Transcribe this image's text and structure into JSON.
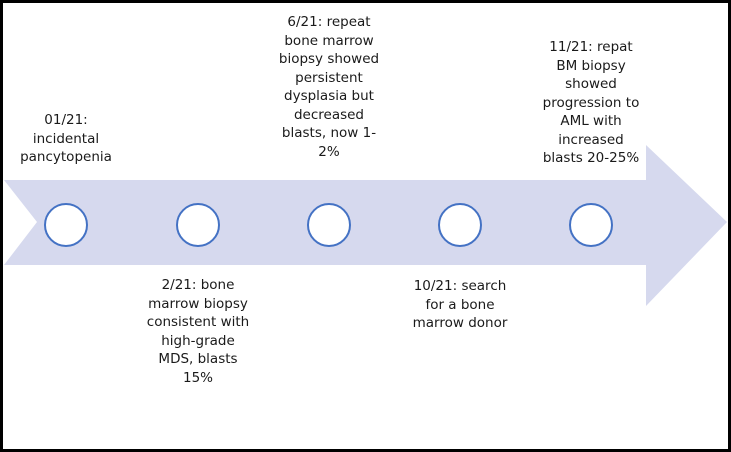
{
  "timeline": {
    "arrow_color": "#d6d9ee",
    "milestone_fill": "#ffffff",
    "milestone_stroke": "#4472c4",
    "events": [
      {
        "text": "01/21:\nincidental\npancytopenia"
      },
      {
        "text": "2/21: bone\nmarrow biopsy\nconsistent with\nhigh-grade\nMDS, blasts\n15%"
      },
      {
        "text": "6/21: repeat\nbone marrow\nbiopsy showed\npersistent\ndysplasia but\ndecreased\nblasts, now 1-\n2%"
      },
      {
        "text": "10/21: search\nfor a bone\nmarrow donor"
      },
      {
        "text": "11/21: repat\nBM biopsy\nshowed\nprogression to\nAML with\nincreased\nblasts 20-25%"
      }
    ]
  }
}
